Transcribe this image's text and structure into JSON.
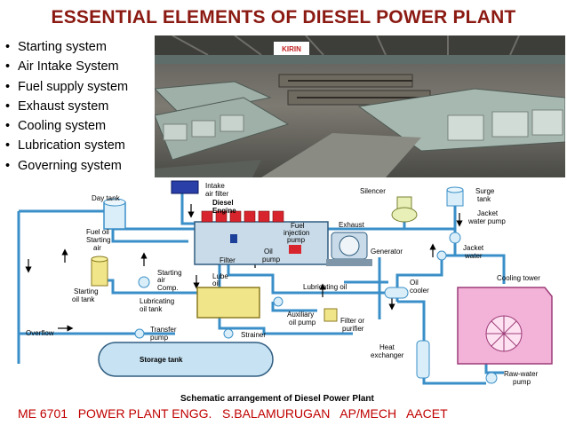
{
  "title": "ESSENTIAL ELEMENTS OF DIESEL POWER PLANT",
  "bullets": [
    "Starting system",
    "Air Intake System",
    "Fuel supply system",
    "Exhaust system",
    "Cooling system",
    "Lubrication system",
    "Governing system"
  ],
  "photo": {
    "brand_sign": "KIRIN"
  },
  "diagram": {
    "caption": "Schematic arrangement of Diesel Power Plant",
    "labels": {
      "intake_filter_1": "Intake",
      "intake_filter_2": "air filter",
      "diesel_engine_1": "Diesel",
      "diesel_engine_2": "Engine",
      "day_tank": "Day tank",
      "exhaust": "Exhaust",
      "silencer": "Silencer",
      "surge_tank_1": "Surge",
      "surge_tank_2": "tank",
      "jacket_water_pump_1": "Jacket",
      "jacket_water_pump_2": "water pump",
      "fuel_oil": "Fuel oil",
      "starting_air_1": "Starting",
      "starting_air_2": "air",
      "fuel_injection_1": "Fuel",
      "fuel_injection_2": "injection",
      "fuel_injection_3": "pump",
      "generator": "Generator",
      "jacket_water_1": "Jacket",
      "jacket_water_2": "water",
      "filter": "Filter",
      "oil_pump_1": "Oil",
      "oil_pump_2": "pump",
      "starting_air_comp_1": "Starting",
      "starting_air_comp_2": "air",
      "starting_air_comp_3": "Comp.",
      "starting_oil_tank_1": "Starting",
      "starting_oil_tank_2": "oil tank",
      "lube_oil_1": "Lube",
      "lube_oil_2": "oil",
      "lubricating_oil": "Lubricating oil",
      "oil_cooler_1": "Oil",
      "oil_cooler_2": "cooler",
      "cooling_tower": "Cooling tower",
      "lubricating_oil_tank_1": "Lubricating",
      "lubricating_oil_tank_2": "oil tank",
      "auxiliary_oil_pump_1": "Auxiliary",
      "auxiliary_oil_pump_2": "oil pump",
      "overflow": "Overflow",
      "transfer_pump_1": "Transfer",
      "transfer_pump_2": "pump",
      "strainer": "Strainer",
      "filter_purifier_1": "Filter or",
      "filter_purifier_2": "purifier",
      "heat_exchanger_1": "Heat",
      "heat_exchanger_2": "exchanger",
      "storage_tank": "Storage tank",
      "raw_water_pump_1": "Raw-water",
      "raw_water_pump_2": "pump"
    }
  },
  "footer": "ME 6701   POWER PLANT ENGG.   S.BALAMURUGAN   AP/MECH   AACET",
  "colors": {
    "title": "#8b1a12",
    "footer": "#c00000",
    "pipe": "#3a8fc8",
    "tank_fill": "#d9eef8",
    "equipment_yellow": "#f1e58a"
  }
}
